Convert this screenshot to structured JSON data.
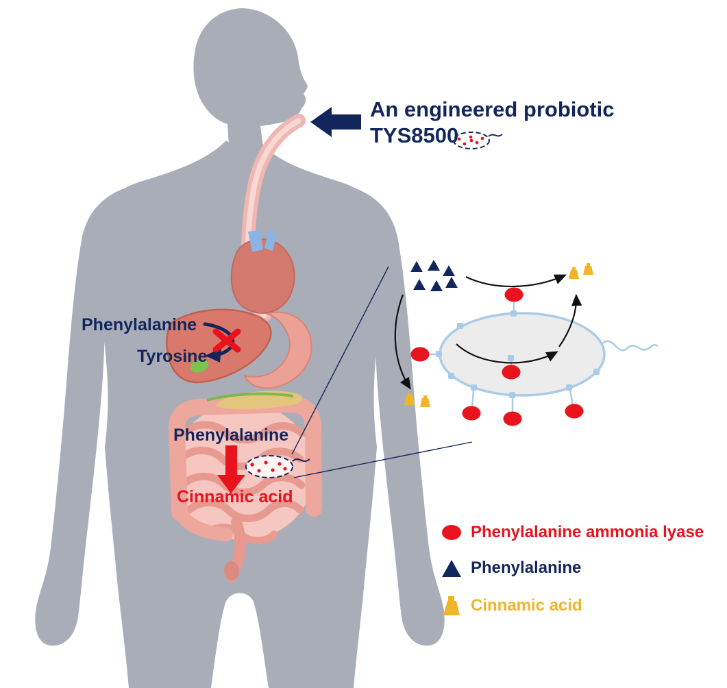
{
  "figure": {
    "probiotic_line1": "An engineered probiotic",
    "probiotic_line2": "TYS8500",
    "liver_substrate": "Phenylalanine",
    "liver_product": "Tyrosine",
    "gut_substrate": "Phenylalanine",
    "gut_product": "Cinnamic acid"
  },
  "legend": {
    "items": [
      {
        "symbol": "red-oval",
        "label": "Phenylalanine ammonia lyase"
      },
      {
        "symbol": "navy-triangle",
        "label": "Phenylalanine"
      },
      {
        "symbol": "gold-trapezoid",
        "label": "Cinnamic acid"
      }
    ]
  },
  "colors": {
    "navy": "#13265c",
    "red": "#e8131c",
    "gold": "#f0b428",
    "body-gray": "#a8adb8",
    "membrane-blue": "#a9cbe8",
    "cell-fill": "#ececec",
    "arrow-black": "#111111"
  }
}
